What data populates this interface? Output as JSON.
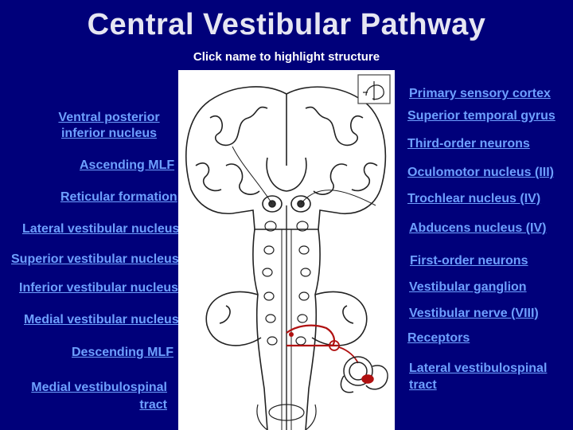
{
  "header": {
    "title": "Central Vestibular Pathway",
    "subtitle": "Click name to highlight structure"
  },
  "left_labels": {
    "ventral_posterior_inferior_nucleus": "Ventral posterior\ninferior nucleus",
    "ascending_mlf": "Ascending MLF",
    "reticular_formation": "Reticular formation",
    "lateral_vestibular_nucleus": "Lateral vestibular nucleus",
    "superior_vestibular_nucleus": "Superior vestibular nucleus",
    "inferior_vestibular_nucleus": "Inferior vestibular nucleus",
    "medial_vestibular_nucleus": "Medial vestibular nucleus",
    "descending_mlf": "Descending MLF",
    "medial_vestibulospinal_tract": "Medial vestibulospinal\ntract"
  },
  "right_labels": {
    "primary_sensory_cortex": "Primary sensory cortex",
    "superior_temporal_gyrus": "Superior temporal gyrus",
    "third_order_neurons": "Third-order neurons",
    "oculomotor_nucleus": "Oculomotor nucleus (III)",
    "trochlear_nucleus": "Trochlear nucleus (IV)",
    "abducens_nucleus": "Abducens nucleus (IV)",
    "first_order_neurons": "First-order neurons",
    "vestibular_ganglion": "Vestibular ganglion",
    "vestibular_nerve": "Vestibular nerve (VIII)",
    "receptors": "Receptors",
    "lateral_vestibulospinal_tract": "Lateral vestibulospinal\ntract"
  },
  "colors": {
    "background": "#00007a",
    "label": "#6ea0ff",
    "title": "#e6e6f2",
    "pathway_highlight": "#b01010"
  },
  "figure": {
    "inset_icon": "head-orientation-icon"
  }
}
